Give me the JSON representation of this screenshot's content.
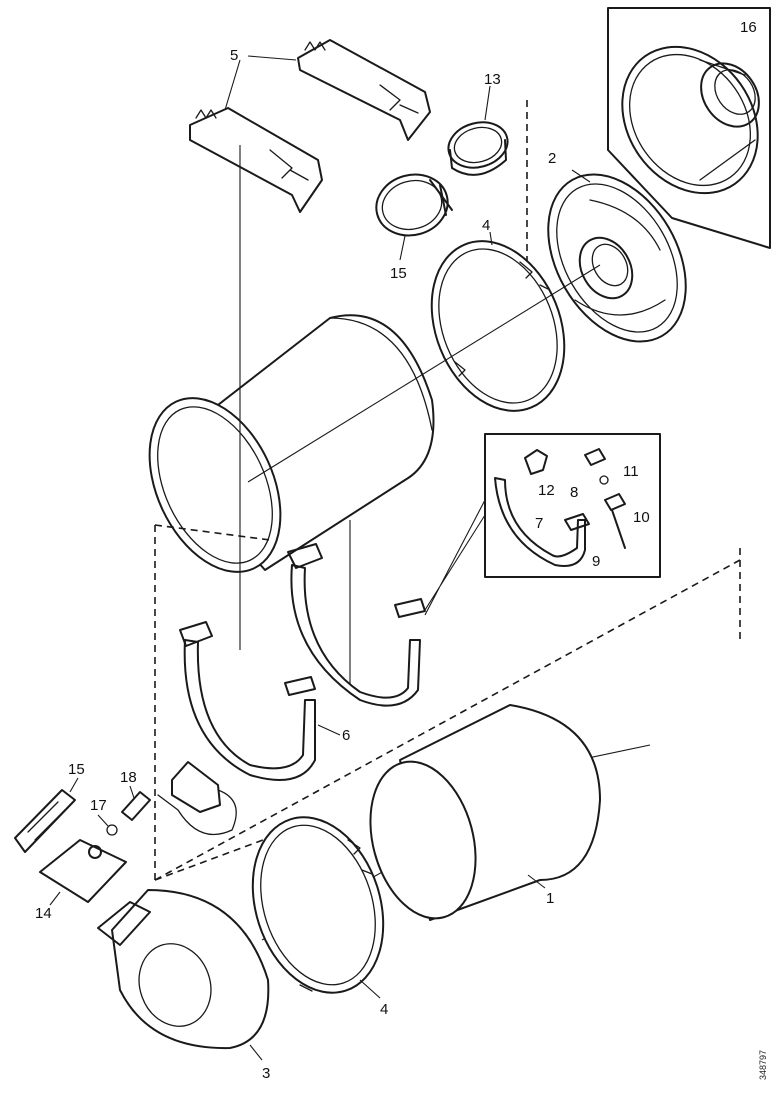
{
  "callouts": {
    "c1": "1",
    "c2": "2",
    "c3": "3",
    "c4a": "4",
    "c4b": "4",
    "c5": "5",
    "c6": "6",
    "c7": "7",
    "c8": "8",
    "c9": "9",
    "c10": "10",
    "c11": "11",
    "c12": "12",
    "c13": "13",
    "c14": "14",
    "c15a": "15",
    "c15b": "15",
    "c16": "16",
    "c17": "17",
    "c18": "18"
  },
  "figure_id": "348797"
}
